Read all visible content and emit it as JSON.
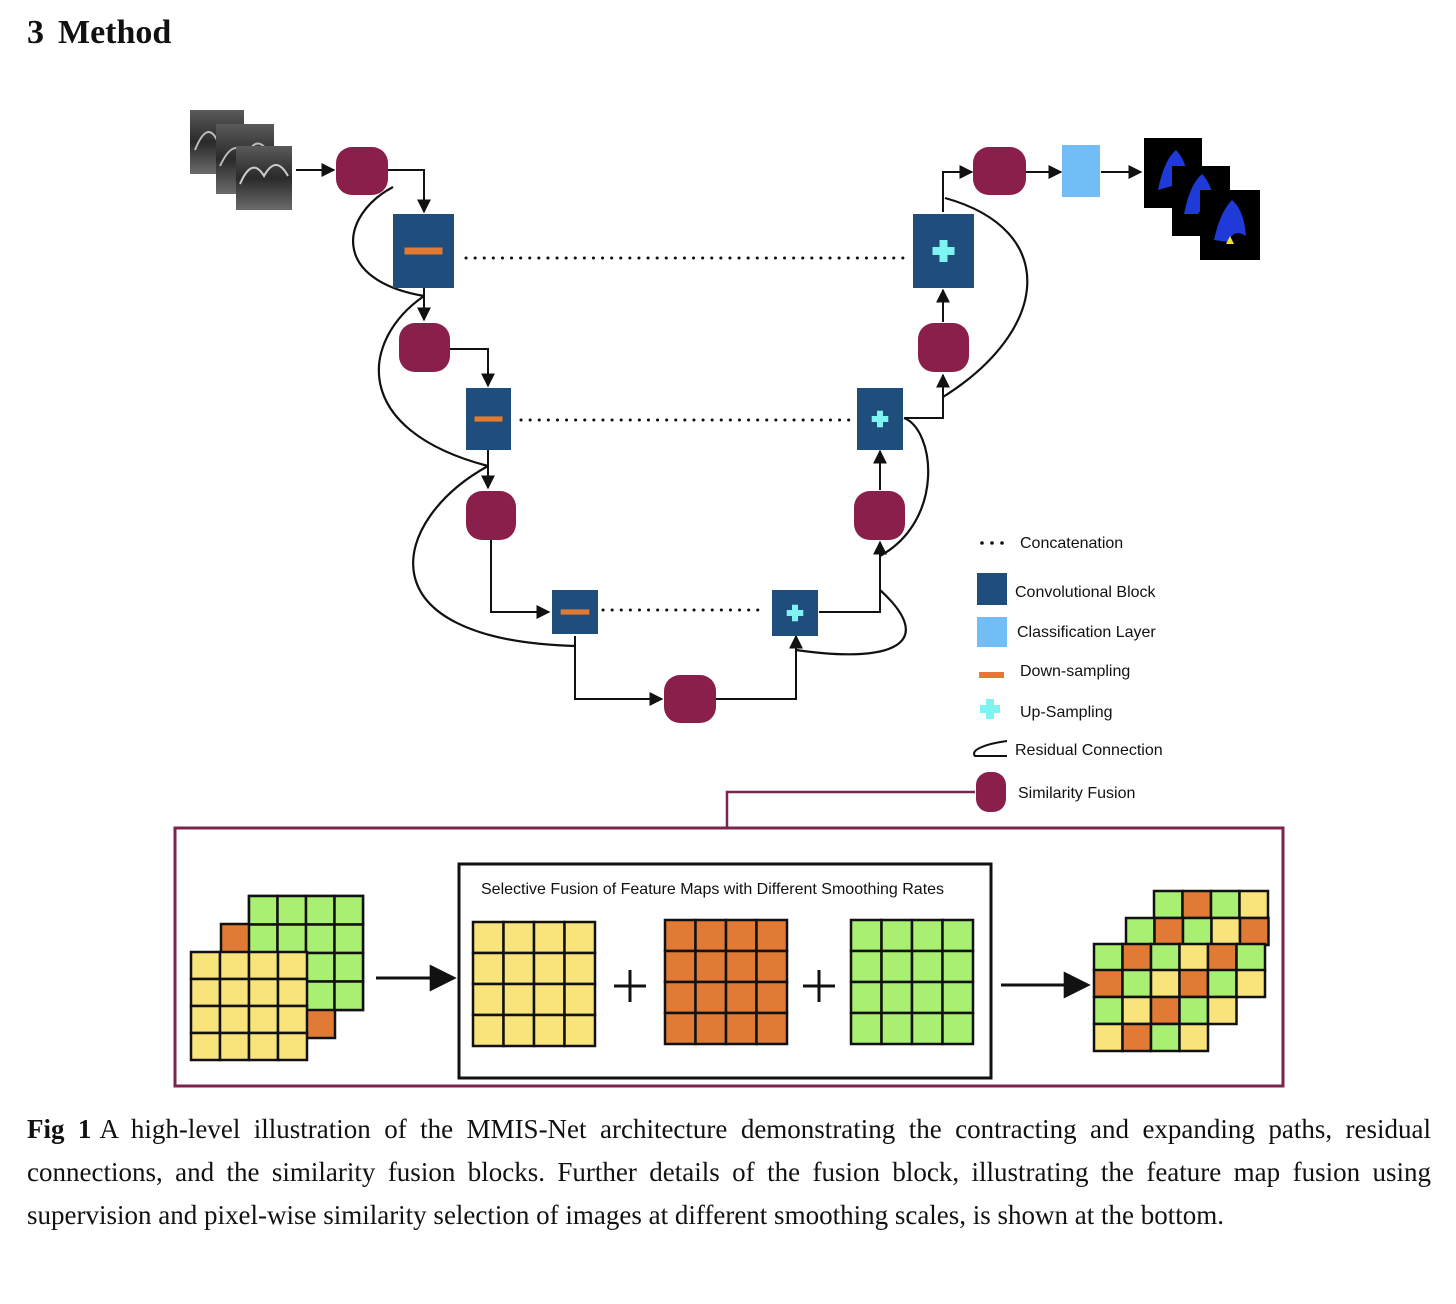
{
  "section": {
    "number": "3",
    "title": "Method"
  },
  "legend": {
    "concatenation": "Concatenation",
    "conv_block": "Convolutional Block",
    "classification": "Classification Layer",
    "down": "Down-sampling",
    "up": "Up-Sampling",
    "residual": "Residual Connection",
    "fusion": "Similarity Fusion"
  },
  "inset": {
    "title": "Selective Fusion of Feature Maps with Different Smoothing Rates"
  },
  "caption": {
    "label": "Fig 1",
    "text": "A high-level illustration of the MMIS-Net architecture demonstrating the contracting and expanding paths, residual connections, and the similarity fusion blocks. Further details of the fusion block, illustrating the feature map fusion using supervision and pixel-wise similarity selection of images at different smoothing scales, is shown at the bottom."
  },
  "colors": {
    "conv_block": "#1f4e7c",
    "fusion": "#8b1f4c",
    "classification": "#72bdf5",
    "down": "#e07a35",
    "up": "#7ff2f2",
    "inset_border": "#7a2550",
    "cell_yellow": "#f8e47a",
    "cell_orange": "#e07a35",
    "cell_green": "#a8ef72"
  },
  "inset_output_grid": [
    [
      "G",
      "O",
      "G",
      "Y"
    ],
    [
      "G",
      "O",
      "G",
      "Y",
      "O"
    ],
    [
      "G",
      "O",
      "G",
      "Y",
      "O",
      "G"
    ],
    [
      "O",
      "G",
      "Y",
      "O",
      "G",
      "Y"
    ],
    [
      "G",
      "Y",
      "O",
      "G",
      "Y"
    ],
    [
      "Y",
      "O",
      "G",
      "Y"
    ]
  ]
}
